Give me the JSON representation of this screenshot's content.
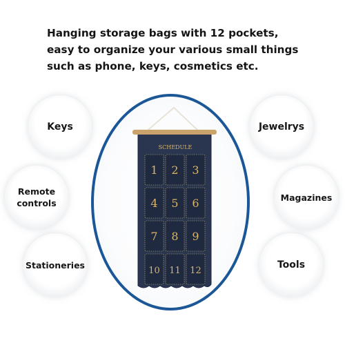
{
  "headline": {
    "line1": "Hanging storage bags with 12 pockets,",
    "line2": "easy to organize your various small things",
    "line3": "such as phone, keys, cosmetics etc."
  },
  "uses": {
    "left": [
      {
        "label": "Keys"
      },
      {
        "line1": "Remote",
        "line2": "controls"
      },
      {
        "label": "Stationeries"
      }
    ],
    "right": [
      {
        "label": "Jewelrys"
      },
      {
        "label": "Magazines"
      },
      {
        "label": "Tools"
      }
    ]
  },
  "product": {
    "header_label": "SCHEDULE",
    "pocket_numbers": [
      "1",
      "2",
      "3",
      "4",
      "5",
      "6",
      "7",
      "8",
      "9",
      "10",
      "11",
      "12"
    ],
    "colors": {
      "fabric": "#2a3550",
      "fabric_dark": "#1f2940",
      "stitching": "#c9b57a",
      "numerals": "#d9b66a",
      "rod": "#c9a36b",
      "ring_accent": "#1b5797"
    }
  }
}
